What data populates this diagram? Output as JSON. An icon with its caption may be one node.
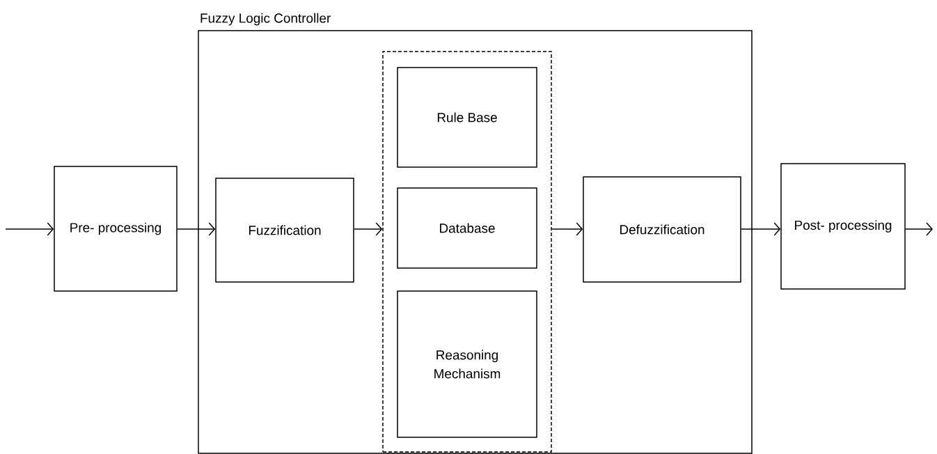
{
  "diagram": {
    "nodes": [
      {
        "text": [
          "Fuzzy Logic Controller"
        ]
      },
      {
        "text": [
          "Pre- processing"
        ]
      },
      {
        "text": [
          "Fuzzification"
        ],
        "in": 0
      },
      {
        "text": [],
        "shape": "box",
        "in": 0
      },
      {
        "text": [
          "Rule Base"
        ],
        "in": 3
      },
      {
        "text": [
          "Database"
        ],
        "in": 3
      },
      {
        "text": [
          "Reasoning Mechanism"
        ],
        "in": 3
      },
      {
        "text": [
          "Defuzzification"
        ],
        "in": 0
      },
      {
        "text": [
          "Post- processing"
        ]
      }
    ],
    "edges": [
      {
        "from": null,
        "to": 1,
        "arrow": "to"
      },
      {
        "from": 1,
        "to": 2,
        "arrow": "to"
      },
      {
        "from": 2,
        "to": 3,
        "arrow": "to"
      },
      {
        "from": 3,
        "to": 7,
        "arrow": "to"
      },
      {
        "from": 7,
        "to": 8,
        "arrow": "to"
      },
      {
        "from": 8,
        "to": null,
        "arrow": "to"
      }
    ]
  }
}
